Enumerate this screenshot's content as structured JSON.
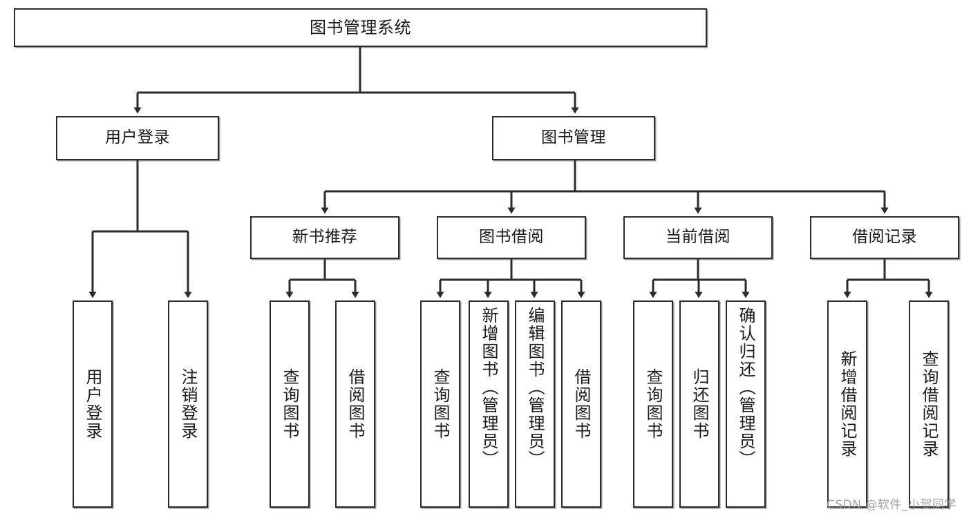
{
  "diagram": {
    "type": "tree-hierarchy",
    "title": "图书管理系统",
    "orientation": "top-down",
    "colors": {
      "stroke": "#2b2b2b",
      "fill": "#ffffff",
      "text": "#1b1b1b",
      "watermark": "#9a9a9a"
    },
    "watermark": "CSDN @软件_小贺同学",
    "nodes": {
      "root": {
        "label": "图书管理系统"
      },
      "level2": [
        {
          "label": "用户登录"
        },
        {
          "label": "图书管理"
        }
      ],
      "level3": [
        {
          "label": "新书推荐"
        },
        {
          "label": "图书借阅"
        },
        {
          "label": "当前借阅"
        },
        {
          "label": "借阅记录"
        }
      ],
      "leaves_user_login": [
        {
          "label": "用户登录"
        },
        {
          "label": "注销登录"
        }
      ],
      "leaves_new_book": [
        {
          "label": "查询图书"
        },
        {
          "label": "借阅图书"
        }
      ],
      "leaves_borrow": [
        {
          "label": "查询图书"
        },
        {
          "label": "新增图书（管理员）"
        },
        {
          "label": "编辑图书（管理员）"
        },
        {
          "label": "借阅图书"
        }
      ],
      "leaves_current": [
        {
          "label": "查询图书"
        },
        {
          "label": "归还图书"
        },
        {
          "label": "确认归还（管理员）"
        }
      ],
      "leaves_records": [
        {
          "label": "新增借阅记录"
        },
        {
          "label": "查询借阅记录"
        }
      ]
    }
  }
}
